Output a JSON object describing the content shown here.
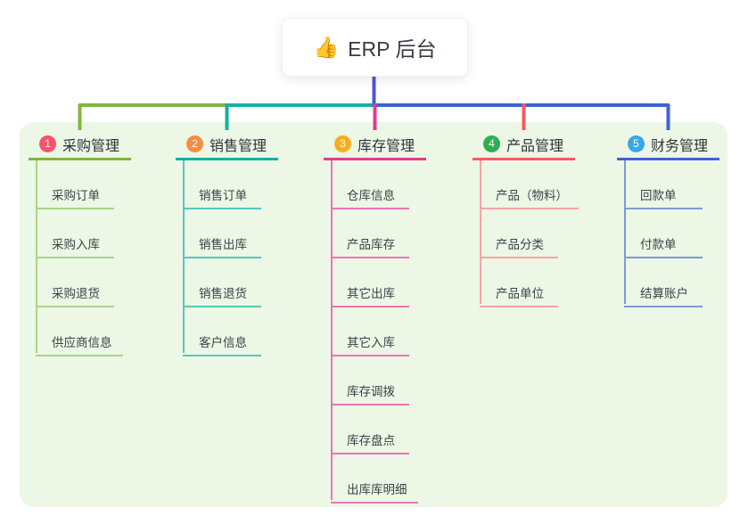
{
  "page": {
    "background_color": "#ffffff",
    "panel_color": "#ecf7e6"
  },
  "root": {
    "icon": "👍",
    "label": "ERP 后台",
    "line_color": "#4c56d6"
  },
  "bus_color_right": "#3d63d6",
  "branches": [
    {
      "number": "1",
      "label": "采购管理",
      "badge_color": "#f4536e",
      "line_color": "#7eb73e",
      "child_line_color": "#a9d489",
      "children": [
        "采购订单",
        "采购入库",
        "采购退货",
        "供应商信息"
      ]
    },
    {
      "number": "2",
      "label": "销售管理",
      "badge_color": "#f78d42",
      "line_color": "#13b1a4",
      "child_line_color": "#56c8ba",
      "children": [
        "销售订单",
        "销售出库",
        "销售退货",
        "客户信息"
      ]
    },
    {
      "number": "3",
      "label": "库存管理",
      "badge_color": "#f8ae1c",
      "line_color": "#e23b92",
      "child_line_color": "#ee74b4",
      "children": [
        "仓库信息",
        "产品库存",
        "其它出库",
        "其它入库",
        "库存调拨",
        "库存盘点",
        "出库库明细"
      ]
    },
    {
      "number": "4",
      "label": "产品管理",
      "badge_color": "#2fae51",
      "line_color": "#f85a5c",
      "child_line_color": "#f8a3a4",
      "children": [
        "产品（物料）",
        "产品分类",
        "产品单位"
      ]
    },
    {
      "number": "5",
      "label": "财务管理",
      "badge_color": "#38a7e6",
      "line_color": "#3d63d6",
      "child_line_color": "#7f99d6",
      "children": [
        "回款单",
        "付款单",
        "结算账户"
      ]
    }
  ]
}
